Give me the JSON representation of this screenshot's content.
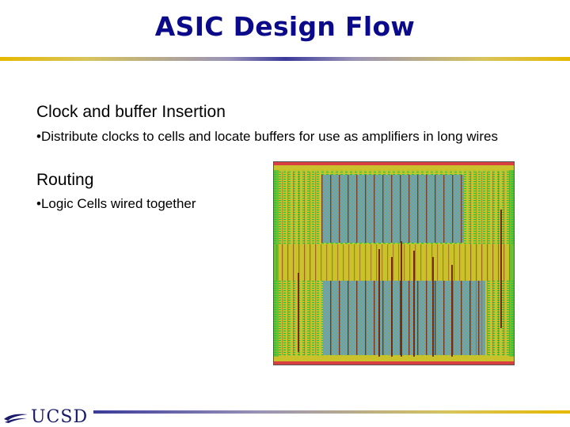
{
  "slide": {
    "title": "ASIC Design Flow",
    "sections": [
      {
        "heading": "Clock and buffer Insertion",
        "bullet": "•Distribute clocks to cells and locate buffers for use as amplifiers in long wires"
      },
      {
        "heading": "Routing",
        "bullet": "•Logic Cells wired together"
      }
    ]
  },
  "footer": {
    "logo_text": "UCSD"
  },
  "colors": {
    "title": "#0a0a8a",
    "chip_fill": "#c9c22a",
    "chip_green": "#2fbf3a",
    "chip_blue": "#5aa8d8",
    "chip_wire": "#8a3a1a"
  }
}
